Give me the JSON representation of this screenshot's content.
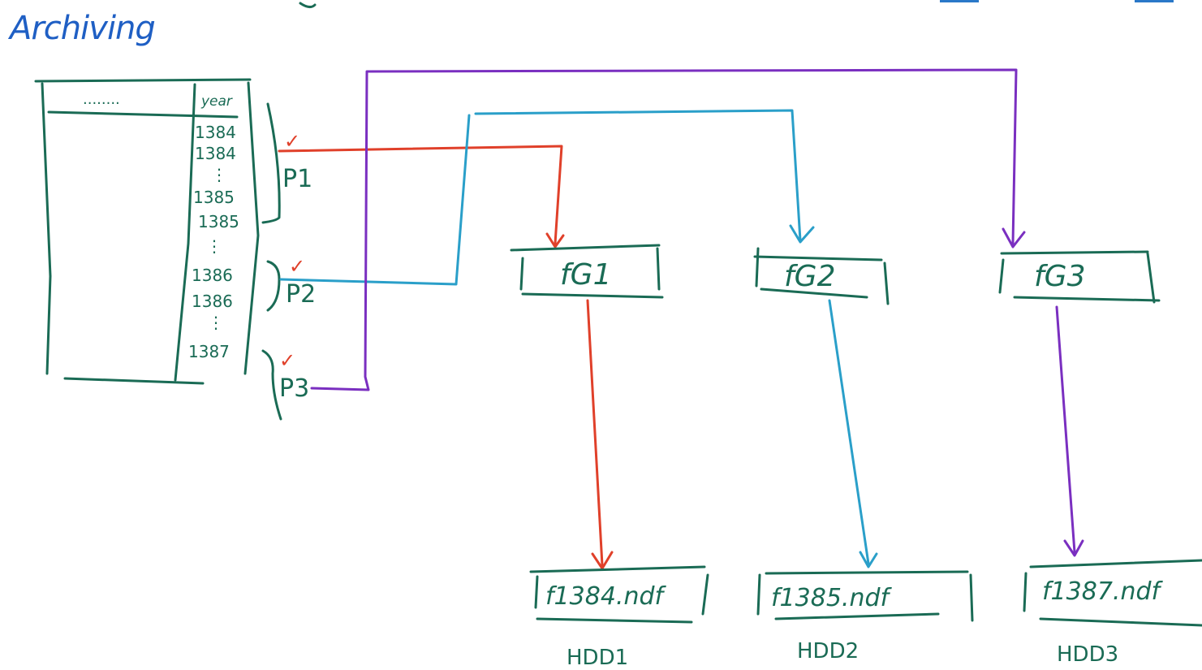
{
  "title": "Archiving",
  "table": {
    "dots": "........",
    "column_header": "year",
    "years": [
      "1384",
      "1384",
      "⋮",
      "1385",
      "1385",
      "⋮",
      "1386",
      "1386",
      "⋮",
      "1387"
    ]
  },
  "partitions": [
    {
      "label": "P1",
      "check": "✓",
      "color": "#e0402a"
    },
    {
      "label": "P2",
      "check": "✓",
      "color": "#2a9fc9"
    },
    {
      "label": "P3",
      "check": "✓",
      "color": "#7a2fc0"
    }
  ],
  "filegroups": [
    {
      "label": "fG1",
      "file": "f1384.ndf",
      "disk": "HDD1",
      "color": "#e0402a"
    },
    {
      "label": "fG2",
      "file": "f1385.ndf",
      "disk": "HDD2",
      "color": "#2a9fc9"
    },
    {
      "label": "fG3",
      "file": "f1387.ndf",
      "disk": "HDD3",
      "color": "#7a2fc0"
    }
  ],
  "colors": {
    "ink": "#1a6b55",
    "title": "#1f5fc4",
    "red": "#e0402a",
    "blue": "#2a9fc9",
    "purple": "#7a2fc0"
  }
}
